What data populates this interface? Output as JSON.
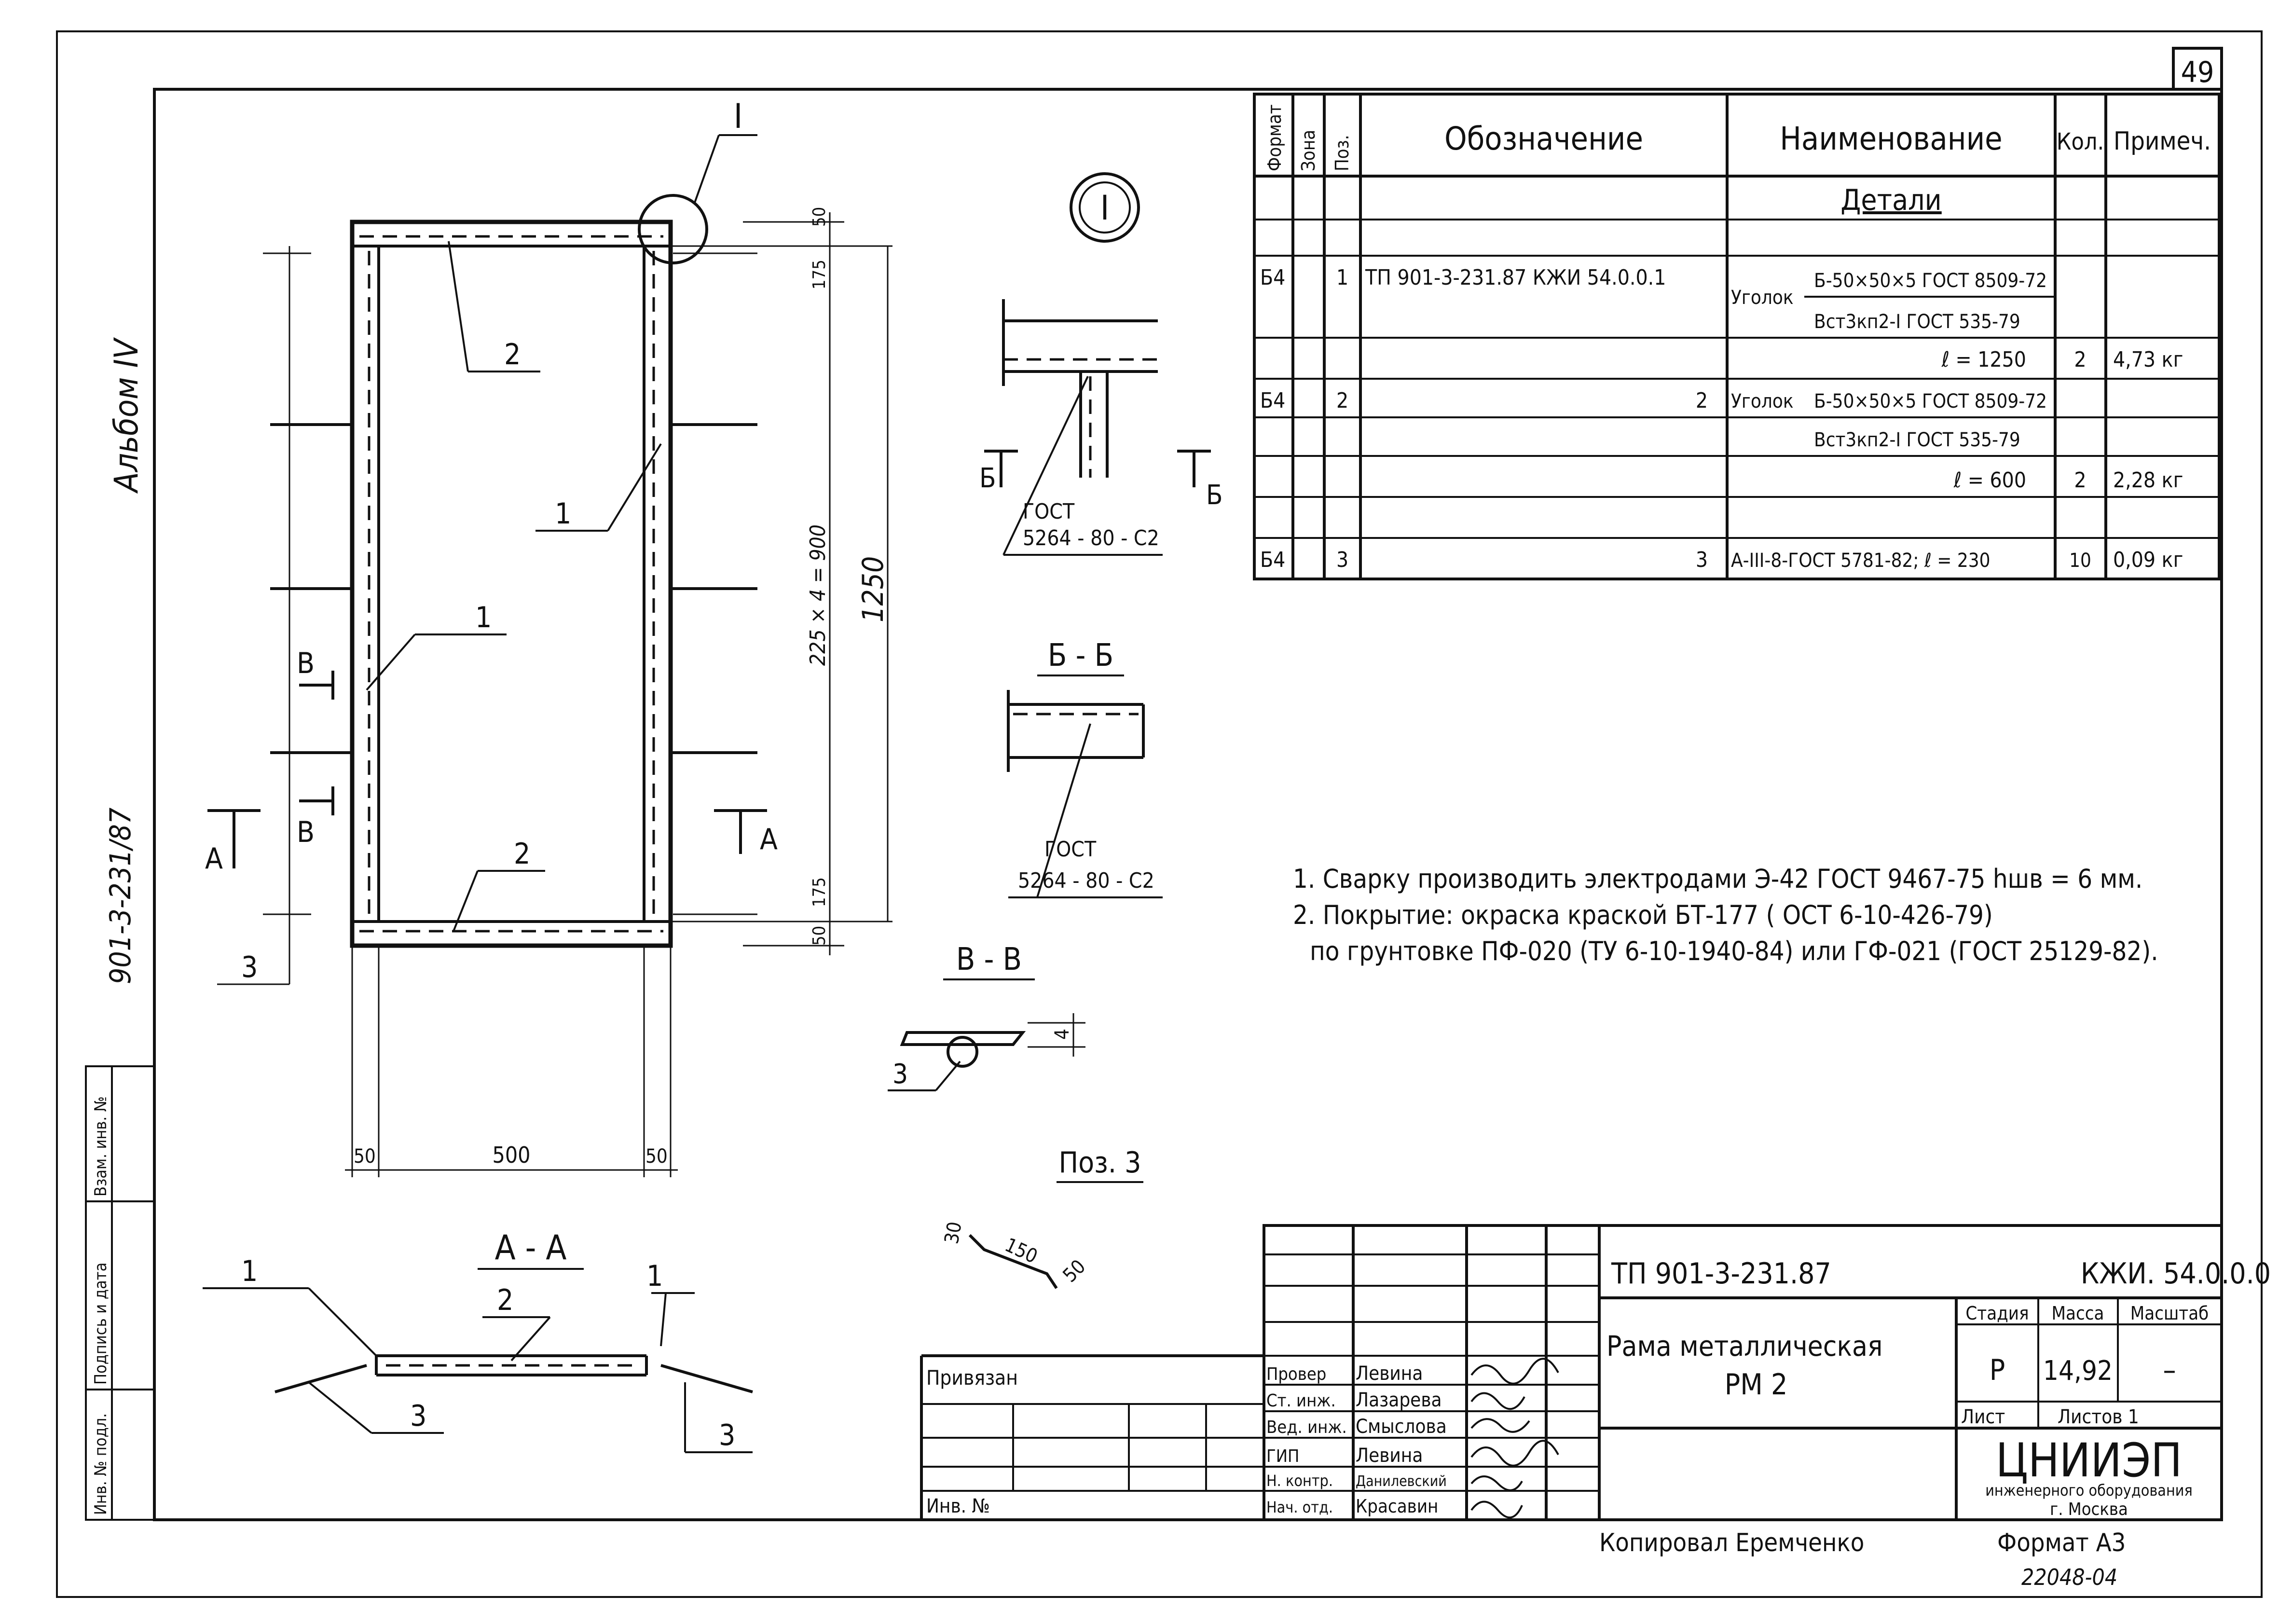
{
  "sheet_number": "49",
  "album": "Альбом IV",
  "series_code_side": "901-3-231/87",
  "detail_callout": "I",
  "drawing": {
    "pos_labels": [
      "1",
      "1",
      "2",
      "2",
      "3",
      "3",
      "1",
      "1",
      "2"
    ],
    "dims": {
      "top_50": "50",
      "top_175": "175",
      "middle": "225 × 4 = 900",
      "overall": "1250",
      "bottom_175": "175",
      "bottom_50": "50",
      "width_left": "50",
      "width_mid": "500",
      "width_right": "50"
    },
    "section_marks": {
      "a": "А",
      "b": "Б",
      "v": "В"
    },
    "section_aa": "А - А",
    "section_bb": "Б - Б",
    "section_vv": "В - В",
    "weld_std_1": "ГОСТ",
    "weld_std_1b": "5264 - 80 - С2",
    "weld_std_2": "ГОСТ",
    "weld_std_2b": "5264 - 80 - С2",
    "vv_dim": "4",
    "vv_pos": "3",
    "pos3_title": "Поз. 3",
    "pos3_dims": [
      "30",
      "150",
      "50"
    ]
  },
  "spec_table": {
    "headers": {
      "format": "Формат",
      "zone": "Зона",
      "pos": "Поз.",
      "designation": "Обозначение",
      "name": "Наименование",
      "qty": "Кол.",
      "note": "Примеч."
    },
    "section_title": "Детали",
    "rows": [
      {
        "format": "Б4",
        "pos": "1",
        "designation": "ТП 901-3-231.87  КЖИ 54.0.0.1",
        "name_prefix": "Уголок",
        "name_line1": "Б-50×50×5 ГОСТ 8509-72",
        "name_line2": "Вст3кп2-I ГОСТ 535-79",
        "length": "ℓ = 1250",
        "qty": "2",
        "note": "4,73 кг"
      },
      {
        "format": "Б4",
        "pos": "2",
        "designation": "2",
        "name_prefix": "Уголок",
        "name_line1": "Б-50×50×5 ГОСТ 8509-72",
        "name_line2": "Вст3кп2-I ГОСТ 535-79",
        "length": "ℓ = 600",
        "qty": "2",
        "note": "2,28 кг"
      },
      {
        "format": "Б4",
        "pos": "3",
        "designation": "3",
        "name": "А-III-8-ГОСТ 5781-82; ℓ = 230",
        "qty": "10",
        "note": "0,09 кг"
      }
    ]
  },
  "notes": [
    "1. Сварку производить электродами Э-42 ГОСТ 9467-75 hшв = 6 мм.",
    "2. Покрытие: окраска краской БТ-177 ( ОСТ 6-10-426-79)",
    "по грунтовке ПФ-020 (ТУ 6-10-1940-84) или ГФ-021 (ГОСТ 25129-82)."
  ],
  "title_block": {
    "project_code": "ТП 901-3-231.87",
    "doc_code": "КЖИ. 54.0.0.0",
    "title_line1": "Рама металлическая",
    "title_line2": "РМ 2",
    "stage_label": "Стадия",
    "mass_label": "Масса",
    "scale_label": "Масштаб",
    "stage": "Р",
    "mass": "14,92",
    "scale": "–",
    "sheet_label": "Лист",
    "sheets_label": "Листов 1",
    "org_name": "ЦНИИЭП",
    "org_sub": "инженерного оборудования",
    "org_city": "г. Москва",
    "privyazan": "Привязан",
    "inv_no": "Инв. №",
    "roles": [
      {
        "role": "Провер",
        "name": "Левина"
      },
      {
        "role": "Ст. инж.",
        "name": "Лазарева"
      },
      {
        "role": "Вед. инж.",
        "name": "Смыслова"
      },
      {
        "role": "ГИП",
        "name": "Левина"
      },
      {
        "role": "Н. контр.",
        "name": "Данилевский"
      },
      {
        "role": "Нач. отд.",
        "name": "Красавин"
      }
    ],
    "copied_by": "Копировал Еремченко",
    "format": "Формат А3",
    "order_no": "22048-04"
  },
  "left_strip": [
    "Взам. инв. №",
    "Подпись и дата",
    "Инв. № подл."
  ]
}
